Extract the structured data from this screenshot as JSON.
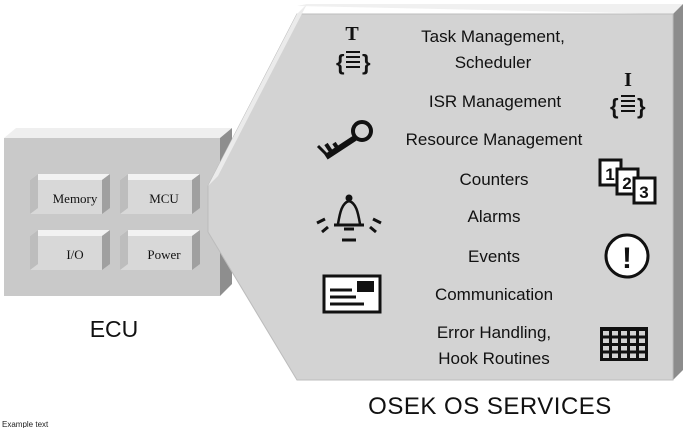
{
  "ecu": {
    "label": "ECU",
    "blocks": [
      "Memory",
      "MCU",
      "I/O",
      "Power"
    ]
  },
  "osek": {
    "caption": "OSEK OS SERVICES",
    "services": [
      {
        "line1": "Task Management,",
        "line2": "Scheduler"
      },
      {
        "line1": "ISR Management"
      },
      {
        "line1": "Resource Management"
      },
      {
        "line1": "Counters"
      },
      {
        "line1": "Alarms"
      },
      {
        "line1": "Events"
      },
      {
        "line1": "Communication"
      },
      {
        "line1": "Error Handling,",
        "line2": "Hook Routines"
      }
    ],
    "icon_glyphs": {
      "task": "T",
      "isr": "I",
      "counters": [
        "1",
        "2",
        "3"
      ],
      "event": "!"
    }
  },
  "footnote": "Example text",
  "colors": {
    "panel_face": "#d3d3d3",
    "panel_top": "#efefef",
    "panel_side": "#8e8e8e",
    "block_face": "#d8d8d8",
    "block_top": "#f2f2f2",
    "block_side": "#a0a0a0",
    "ink": "#111111"
  }
}
